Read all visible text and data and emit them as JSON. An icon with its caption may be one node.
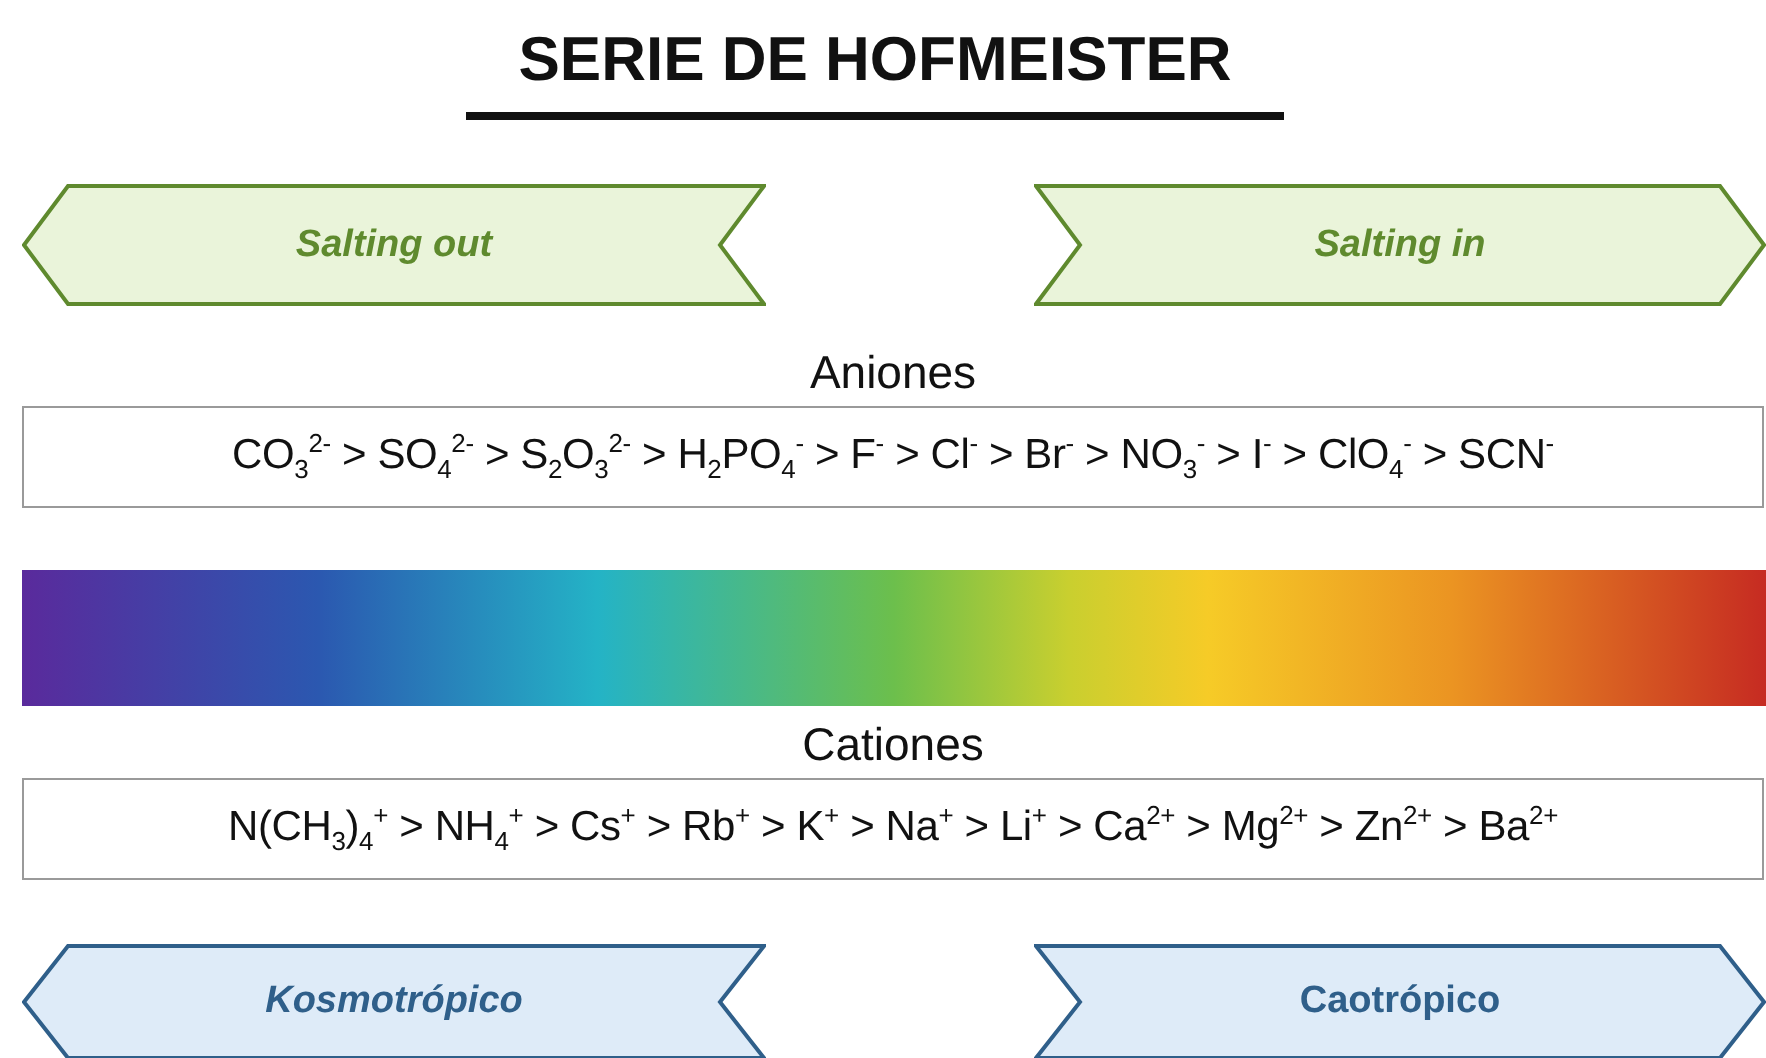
{
  "diagram": {
    "title": "SERIE DE HOFMEISTER",
    "nodes": [
      {
        "text": [
          "Salting out"
        ]
      },
      {
        "text": [
          "Salting in"
        ]
      },
      {
        "text": [
          "Aniones",
          "CO$_{3}$$^{2-}$ > SO$_{4}$$^{2-}$ > S$_{2}$O$_{3}$$^{2-}$ > H$_{2}$PO$_{4}$$^{-}$ > F$^{-}$ > Cl$^{-}$ > Br$^{-}$ > NO$_{3}$$^{-}$ > I$^{-}$ > ClO$_{4}$$^{-}$ > SCN$^{-}$"
        ]
      },
      {
        "text": [],
        "shape": "bar"
      },
      {
        "text": [
          "Cationes",
          "N(CH$_{3}$)$_{4}$$^{+}$ > NH$_{4}$$^{+}$ > Cs$^{+}$ > Rb$^{+}$ > K$^{+}$ > Na$^{+}$ > Li$^{+}$ > Ca$^{2+}$ > Mg$^{2+}$ > Zn$^{2+}$ > Ba$^{2+}$"
        ]
      },
      {
        "text": [
          "Kosmotrópico"
        ]
      },
      {
        "text": [
          "Caotrópico"
        ]
      }
    ]
  }
}
